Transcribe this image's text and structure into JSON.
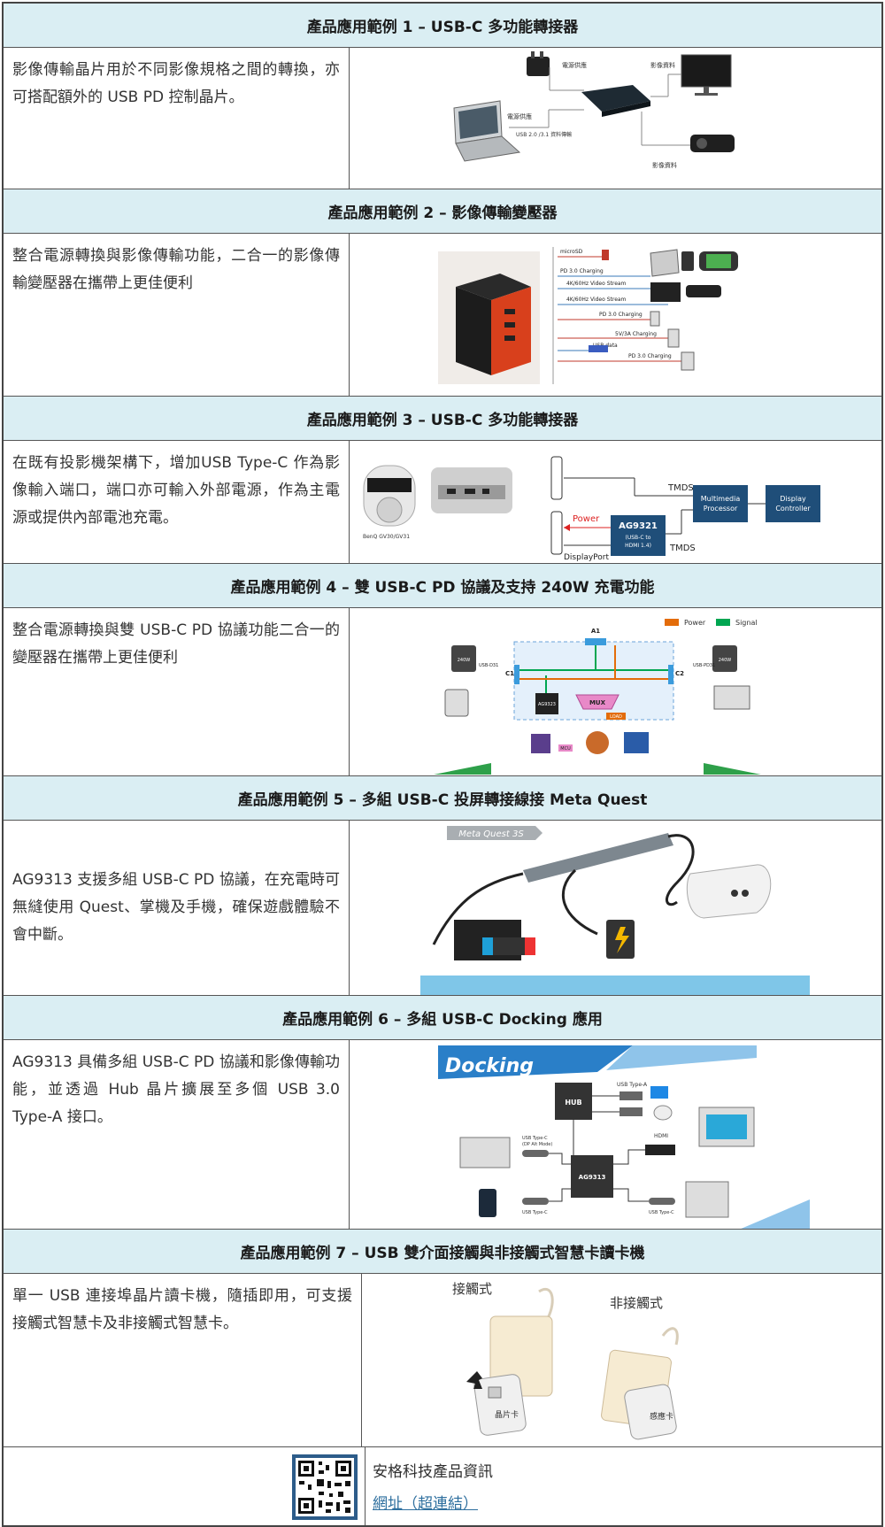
{
  "sections": [
    {
      "title": "產品應用範例 1 – USB-C 多功能轉接器",
      "desc": "影像傳輸晶片用於不同影像規格之間的轉換，亦可搭配額外的 USB PD 控制晶片。",
      "labels": {
        "power_top": "電源供應",
        "video_top": "影像資料",
        "power_left": "電源供應",
        "usb_link": "USB 2.0 /3.1 資料傳輸",
        "video_bottom": "影像資料"
      }
    },
    {
      "title": "產品應用範例 2 – 影像傳輸變壓器",
      "desc": "整合電源轉換與影像傳輸功能，二合一的影像傳輸變壓器在攜帶上更佳便利",
      "labels": [
        "microSD",
        "PD 3.0 Charging",
        "4K/60Hz Video Stream",
        "4K/60Hz Video Stream",
        "PD 3.0 Charging",
        "5V/3A Charging",
        "USB data",
        "PD 3.0 Charging"
      ]
    },
    {
      "title": "產品應用範例 3 – USB-C 多功能轉接器",
      "desc": "在既有投影機架構下，增加USB Type-C 作為影像輸入端口，端口亦可輸入外部電源，作為主電源或提供內部電池充電。",
      "labels": {
        "caption": "BenQ GV30/GV31",
        "tmds1": "TMDS",
        "tmds2": "TMDS",
        "power": "Power",
        "chip": "AG9321",
        "chip_sub1": "(USB-C to",
        "chip_sub2": "HDMI 1.4)",
        "dp": "DisplayPort",
        "mm1": "Multimedia",
        "mm2": "Processor",
        "dc1": "Display",
        "dc2": "Controller"
      }
    },
    {
      "title": "產品應用範例 4 – 雙 USB-C PD 協議及支持 240W 充電功能",
      "desc": "整合電源轉換與雙 USB-C PD 協議功能二合一的變壓器在攜帶上更佳便利",
      "labels": {
        "legend_power": "Power",
        "legend_signal": "Signal",
        "a1": "A1",
        "c1": "C1",
        "c2": "C2",
        "usb_left": "USB-D31",
        "usb_right": "USB-PD31",
        "chip": "AG9323",
        "mux": "MUX",
        "load": "LOAD",
        "mcu": "MCU",
        "w240a": "240W",
        "w240b": "240W"
      }
    },
    {
      "title": "產品應用範例 5 – 多組 USB-C 投屏轉接線接 Meta Quest",
      "desc": "AG9313 支援多組 USB-C PD 協議，在充電時可無縫使用 Quest、掌機及手機，確保遊戲體驗不會中斷。",
      "labels": {
        "badge": "Meta Quest 3S"
      }
    },
    {
      "title": "產品應用範例 6 – 多組 USB-C Docking 應用",
      "desc": "AG9313 具備多組 USB-C PD 協議和影像傳輸功能，並透過 Hub 晶片擴展至多個 USB 3.0 Type-A 接口。",
      "labels": {
        "banner": "Docking",
        "hub": "HUB",
        "chip": "AG9313",
        "typea": "USB Type-A",
        "typec_dp1": "USB Type-C",
        "typec_dp2": "(DP Alt Mode)",
        "hdmi": "HDMI",
        "typec_l": "USB Type-C",
        "typec_r": "USB Type-C"
      }
    },
    {
      "title": "產品應用範例 7 – USB 雙介面接觸與非接觸式智慧卡讀卡機",
      "desc": "單一 USB 連接埠晶片讀卡機，隨插即用，可支援接觸式智慧卡及非接觸式智慧卡。",
      "labels": {
        "contact": "接觸式",
        "contactless": "非接觸式",
        "chip_card": "晶片卡",
        "nfc_card": "感應卡"
      }
    }
  ],
  "info": {
    "company": "安格科技產品資訊",
    "link": "網址（超連結）"
  },
  "colors": {
    "header_bg": "#daeef3",
    "chip_blue": "#1f4e79",
    "power_orange": "#e36c0a",
    "signal_green": "#00a651",
    "link": "#2e6f9e"
  }
}
